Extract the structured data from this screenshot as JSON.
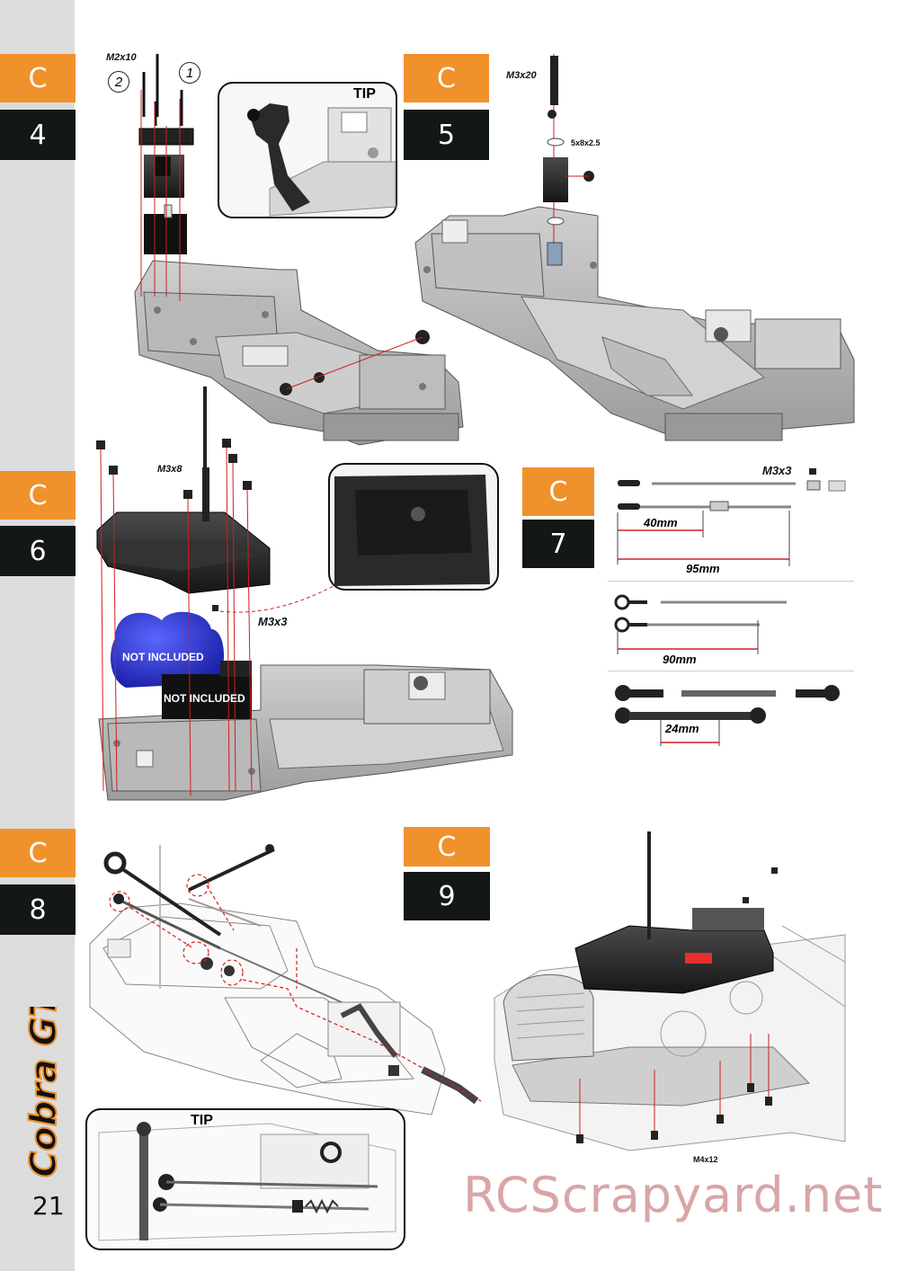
{
  "page_number": "21",
  "logo_text": "Cobra GT",
  "watermark": "RCScrapyard.net",
  "colors": {
    "orange": "#f0922b",
    "dark": "#141815",
    "sidebar": "#dcdcdc",
    "red_line": "#d21e1e"
  },
  "steps": [
    {
      "letter": "C",
      "number": "4"
    },
    {
      "letter": "C",
      "number": "5"
    },
    {
      "letter": "C",
      "number": "6"
    },
    {
      "letter": "C",
      "number": "7"
    },
    {
      "letter": "C",
      "number": "8"
    },
    {
      "letter": "C",
      "number": "9"
    }
  ],
  "step4": {
    "screw": "M2x10",
    "order_1": "1",
    "order_2": "2",
    "tip": "TIP"
  },
  "step5": {
    "screw": "M3x20",
    "washer": "5x8x2.5"
  },
  "step6": {
    "screw_top": "M3x8",
    "screw_small": "M3x3",
    "not_included_1": "NOT INCLUDED",
    "not_included_2": "NOT INCLUDED"
  },
  "step7": {
    "screw": "M3x3",
    "dim_40": "40mm",
    "dim_95": "95mm",
    "dim_90": "90mm",
    "dim_24": "24mm"
  },
  "step8": {
    "tip": "TIP"
  },
  "step9": {
    "screw": "M4x12"
  }
}
